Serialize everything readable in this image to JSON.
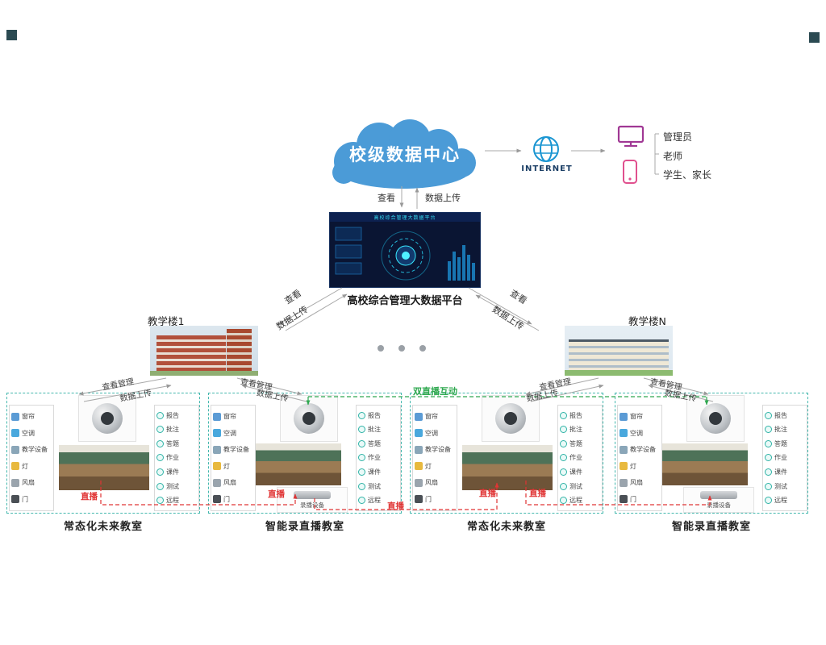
{
  "header": {
    "cloud_label": "校级数据中心",
    "internet_label": "INTERNET",
    "users": [
      {
        "icon": "monitor-icon",
        "label": "管理员"
      },
      {
        "icon": "none",
        "label": "老师"
      },
      {
        "icon": "phone-icon",
        "label": "学生、家长"
      }
    ]
  },
  "platform": {
    "screen_title": "高校综合管理大数据平台",
    "caption": "高校综合管理大数据平台"
  },
  "flows": {
    "view": "查看",
    "upload": "数据上传",
    "view_manage": "查看管理",
    "live": "直播",
    "dual_live": "双直播互动"
  },
  "buildings": [
    {
      "label": "教学楼1"
    },
    {
      "label": "教学楼N"
    }
  ],
  "classrooms": [
    {
      "type": "future",
      "label": "常态化未来教室"
    },
    {
      "type": "studio",
      "label": "智能录直播教室"
    },
    {
      "type": "future",
      "label": "常态化未来教室"
    },
    {
      "type": "studio",
      "label": "智能录直播教室"
    }
  ],
  "classroom_types": {
    "recorder_caption": "录播设备"
  },
  "device_panel": {
    "items": [
      "窗帘",
      "空调",
      "教学设备",
      "灯",
      "风扇",
      "门"
    ]
  },
  "control_panel": {
    "items": [
      "报告",
      "批注",
      "答题",
      "作业",
      "课件",
      "测试",
      "远程"
    ]
  },
  "colors": {
    "cloud_blue": "#4b9bd7",
    "dash_cyan": "#22c8e6",
    "box_dash_teal": "#45b8ae",
    "live_red": "#e03434",
    "dual_live_green": "#2ea84f",
    "monitor_purple": "#a03894",
    "phone_pink": "#e0508e"
  }
}
